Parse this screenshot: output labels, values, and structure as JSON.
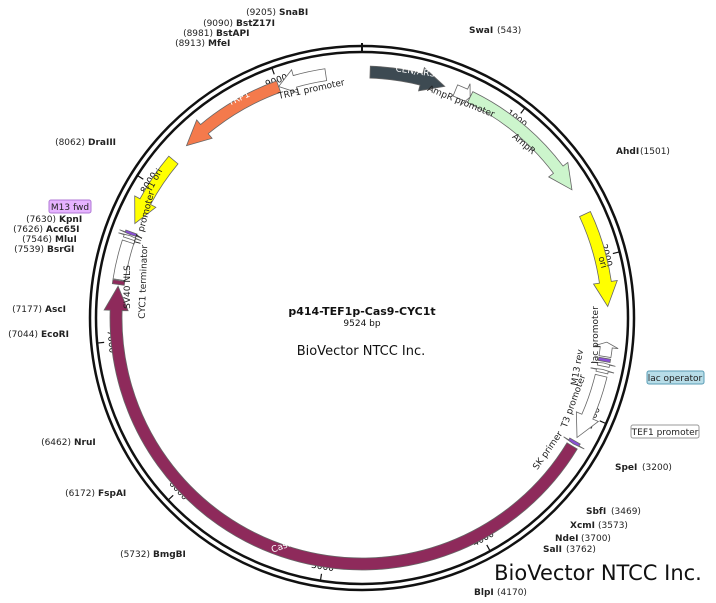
{
  "plasmid": {
    "name": "p414-TEF1p-Cas9-CYC1t",
    "size_label": "9524 bp",
    "total_bp": 9524
  },
  "brand": {
    "center": "BioVector NTCC Inc.",
    "corner": "BioVector NTCC Inc."
  },
  "ticks": [
    {
      "bp": 1000,
      "label": "1000"
    },
    {
      "bp": 2000,
      "label": "2000"
    },
    {
      "bp": 3000,
      "label": "3000"
    },
    {
      "bp": 4000,
      "label": "4000"
    },
    {
      "bp": 5000,
      "label": "5000"
    },
    {
      "bp": 6000,
      "label": "6000"
    },
    {
      "bp": 7000,
      "label": "7000"
    },
    {
      "bp": 8000,
      "label": "8000"
    },
    {
      "bp": 9000,
      "label": "9000"
    }
  ],
  "features": [
    {
      "name": "CEN/ARS",
      "start": 50,
      "end": 520,
      "strand": 1,
      "color": "#3d4a52",
      "label_inside": true
    },
    {
      "name": "AmpR promoter",
      "start": 590,
      "end": 690,
      "strand": 1,
      "color": "#ffffff"
    },
    {
      "name": "AmpR",
      "start": 690,
      "end": 1550,
      "strand": 1,
      "color": "#ccf5cc"
    },
    {
      "name": "ori",
      "start": 1720,
      "end": 2310,
      "strand": 1,
      "color": "#ffff00"
    },
    {
      "name": "lac promoter",
      "start": 2530,
      "end": 2620,
      "strand": -1,
      "color": "#ffffff"
    },
    {
      "name": "lac operator",
      "start": 2630,
      "end": 2650,
      "strand": 0,
      "color": "#8a4fd6"
    },
    {
      "name": "M13 rev",
      "start": 2660,
      "end": 2680,
      "strand": -1,
      "color": "#ffffff"
    },
    {
      "name": "T3 promoter",
      "start": 2700,
      "end": 2720,
      "strand": -1,
      "color": "#ffffff"
    },
    {
      "name": "TEF1 promoter",
      "start": 2740,
      "end": 3150,
      "strand": 1,
      "color": "#ffffff"
    },
    {
      "name": "SK primer",
      "start": 3175,
      "end": 3195,
      "strand": 1,
      "color": "#8a4fd6"
    },
    {
      "name": "Cas9",
      "start": 3210,
      "end": 7340,
      "strand": 1,
      "color": "#8e2a5b",
      "label_inside": true
    },
    {
      "name": "SV40 NLS",
      "start": 7350,
      "end": 7375,
      "strand": 0,
      "color": "#8e2a5b"
    },
    {
      "name": "CYC1 terminator",
      "start": 7380,
      "end": 7620,
      "strand": 0,
      "color": "#ffffff"
    },
    {
      "name": "T7 promoter",
      "start": 7640,
      "end": 7660,
      "strand": 1,
      "color": "#ffffff"
    },
    {
      "name": "M13 fwd",
      "start": 7666,
      "end": 7684,
      "strand": -1,
      "color": "#8a4fd6"
    },
    {
      "name": "f1 ori",
      "start": 7740,
      "end": 8200,
      "strand": -1,
      "color": "#ffff00"
    },
    {
      "name": "TRP1",
      "start": 8320,
      "end": 9000,
      "strand": -1,
      "color": "#f47a4c",
      "label_inside": true
    },
    {
      "name": "TRP1 promoter",
      "start": 9000,
      "end": 9300,
      "strand": -1,
      "color": "#ffffff"
    }
  ],
  "feature_labels": [
    {
      "name": "CEN/ARS"
    },
    {
      "name": "AmpR promoter"
    },
    {
      "name": "AmpR"
    },
    {
      "name": "ori"
    },
    {
      "name": "lac promoter"
    },
    {
      "name": "M13 rev"
    },
    {
      "name": "T3 promoter"
    },
    {
      "name": "SK primer"
    },
    {
      "name": "Cas9"
    },
    {
      "name": "SV40 NLS"
    },
    {
      "name": "CYC1 terminator"
    },
    {
      "name": "T7 promoter"
    },
    {
      "name": "f1 ori"
    },
    {
      "name": "TRP1"
    },
    {
      "name": "TRP1 promoter"
    }
  ],
  "callouts": [
    {
      "name": "M13 fwd",
      "bg": "#e6b3ff",
      "border": "#b07ad6"
    },
    {
      "name": "lac operator",
      "bg": "#b7dde8",
      "border": "#5a9cb5"
    },
    {
      "name": "TEF1 promoter",
      "bg": "#ffffff",
      "border": "#999999"
    }
  ],
  "sites": [
    {
      "name": "SnaBI",
      "pos": "(9205)"
    },
    {
      "name": "BstZ17I",
      "pos": "(9090)"
    },
    {
      "name": "BstAPI",
      "pos": "(8981)"
    },
    {
      "name": "MfeI",
      "pos": "(8913)"
    },
    {
      "name": "SwaI",
      "pos": "(543)"
    },
    {
      "name": "AhdI",
      "pos": "(1501)"
    },
    {
      "name": "DraIII",
      "pos": "(8062)"
    },
    {
      "name": "KpnI",
      "pos": "(7630)"
    },
    {
      "name": "Acc65I",
      "pos": "(7626)"
    },
    {
      "name": "MluI",
      "pos": "(7546)"
    },
    {
      "name": "BsrGI",
      "pos": "(7539)"
    },
    {
      "name": "AscI",
      "pos": "(7177)"
    },
    {
      "name": "EcoRI",
      "pos": "(7044)"
    },
    {
      "name": "NruI",
      "pos": "(6462)"
    },
    {
      "name": "FspAI",
      "pos": "(6172)"
    },
    {
      "name": "BmgBI",
      "pos": "(5732)"
    },
    {
      "name": "SpeI",
      "pos": "(3200)"
    },
    {
      "name": "SbfI",
      "pos": "(3469)"
    },
    {
      "name": "XcmI",
      "pos": "(3573)"
    },
    {
      "name": "NdeI",
      "pos": "(3700)"
    },
    {
      "name": "SalI",
      "pos": "(3762)"
    },
    {
      "name": "BlpI",
      "pos": "(4170)"
    }
  ]
}
